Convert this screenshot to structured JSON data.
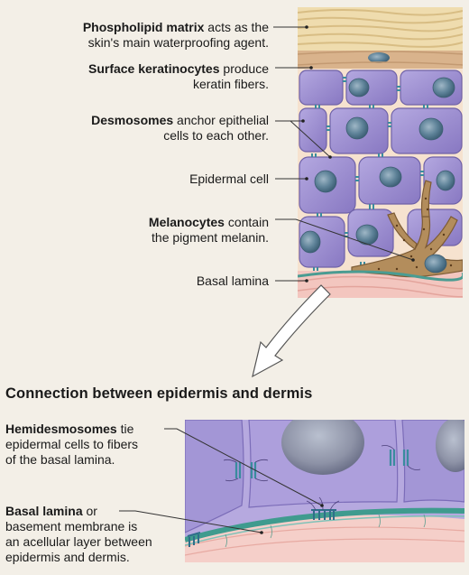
{
  "labels": {
    "phospholipid": {
      "bold": "Phospholipid matrix",
      "rest1": " acts as the",
      "line2": "skin's main waterproofing agent."
    },
    "surface": {
      "bold": "Surface keratinocytes",
      "rest1": " produce",
      "line2": "keratin fibers."
    },
    "desmosomes": {
      "bold": "Desmosomes",
      "rest1": " anchor epithelial",
      "line2": "cells to each other."
    },
    "epidermal": {
      "text": "Epidermal cell"
    },
    "melanocytes": {
      "bold": "Melanocytes",
      "rest1": " contain",
      "line2": "the pigment melanin."
    },
    "basal": {
      "text": "Basal lamina"
    }
  },
  "section_title": "Connection between epidermis and dermis",
  "lower_labels": {
    "hemidesmosomes": {
      "bold": "Hemidesmosomes",
      "rest1": " tie",
      "line2": "epidermal cells to fibers",
      "line3": "of the basal lamina."
    },
    "basal_lamina": {
      "bold": "Basal lamina",
      "rest1": " or",
      "line2": "basement membrane is",
      "line3": "an acellular layer between",
      "line4": "epidermis and dermis."
    }
  },
  "colors": {
    "background": "#f3efe7",
    "cell": "#9c8fcf",
    "nucleus": "#5a7f9a",
    "lamina": "#4a9c92",
    "dermis": "#f1c2bd",
    "keratin": "#f2dfb4",
    "melanocyte": "#b08a5a"
  }
}
